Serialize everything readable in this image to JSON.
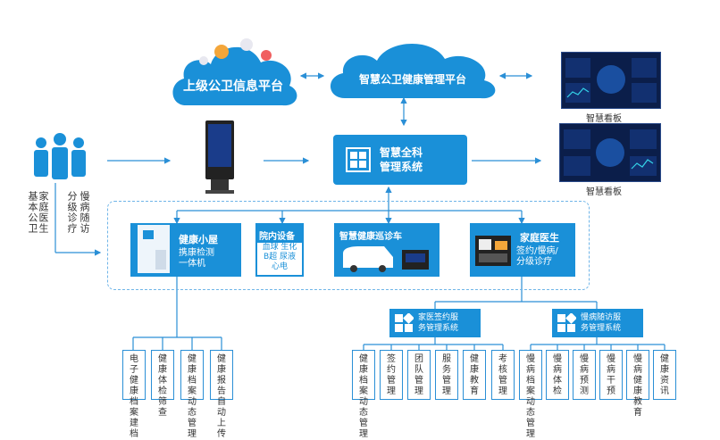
{
  "clouds": {
    "upper": "上级公卫信息平台",
    "smart": "智慧公卫健康管理平台"
  },
  "dashboards": [
    {
      "label": "智慧看板"
    },
    {
      "label": "智慧看板"
    }
  ],
  "center_system": "智慧全科\n管理系统",
  "left_labels": {
    "col1": "家庭医生",
    "col2": "基本公卫",
    "col3": "慢病随访",
    "col4": "分级诊疗"
  },
  "modules": {
    "hut": {
      "title": "健康小屋",
      "sub": "携康检测\n一体机"
    },
    "hospital": {
      "title": "院内设备",
      "items": [
        "血球  生化",
        "B超  尿液",
        "心电"
      ]
    },
    "vehicle": {
      "title": "智慧健康巡诊车"
    },
    "doctor": {
      "title": "家庭医生",
      "sub": "签约/慢病/\n分级诊疗"
    }
  },
  "systems": {
    "sign": "家医签约服\n务管理系统",
    "chronic": "慢病随访服\n务管理系统"
  },
  "leaf_left": [
    "电子健康档案建档",
    "健康体检筛查",
    "健康档案动态管理",
    "健康报告自动上传"
  ],
  "leaf_sign": [
    "健康档案动态管理",
    "签约管理",
    "团队管理",
    "服务管理",
    "健康教育",
    "考核管理"
  ],
  "leaf_chronic": [
    "慢病档案动态管理",
    "慢病体检",
    "慢病预测",
    "慢病干预",
    "慢病健康教育",
    "健康资讯"
  ]
}
